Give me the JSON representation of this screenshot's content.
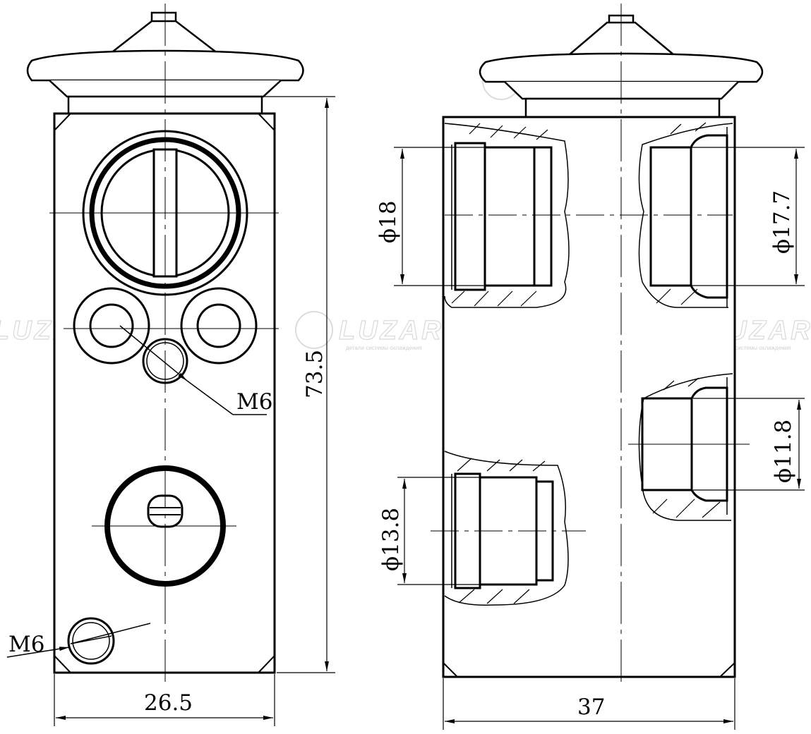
{
  "watermark": {
    "brand": "LUZAR",
    "tagline": "детали системы охлаждения"
  },
  "front_view": {
    "width_label": "26.5",
    "height_label": "73.5",
    "thread_top_label": "M6",
    "thread_bottom_label": "M6"
  },
  "side_view": {
    "width_label": "37",
    "port_top_left_label": "ϕ18",
    "port_top_right_label": "ϕ17.7",
    "port_bottom_left_label": "ϕ13.8",
    "port_bottom_right_label": "ϕ11.8"
  }
}
